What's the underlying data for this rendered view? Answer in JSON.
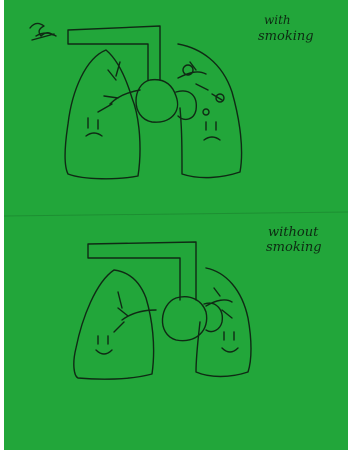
{
  "top_panel": {
    "label_line1": "with",
    "label_line2": "smoking"
  },
  "bottom_panel": {
    "label_line1": "without",
    "label_line2": "smoking"
  },
  "colors": {
    "paper": "#22a63a",
    "ink": "#0f2a14",
    "border": "#ffffff"
  }
}
